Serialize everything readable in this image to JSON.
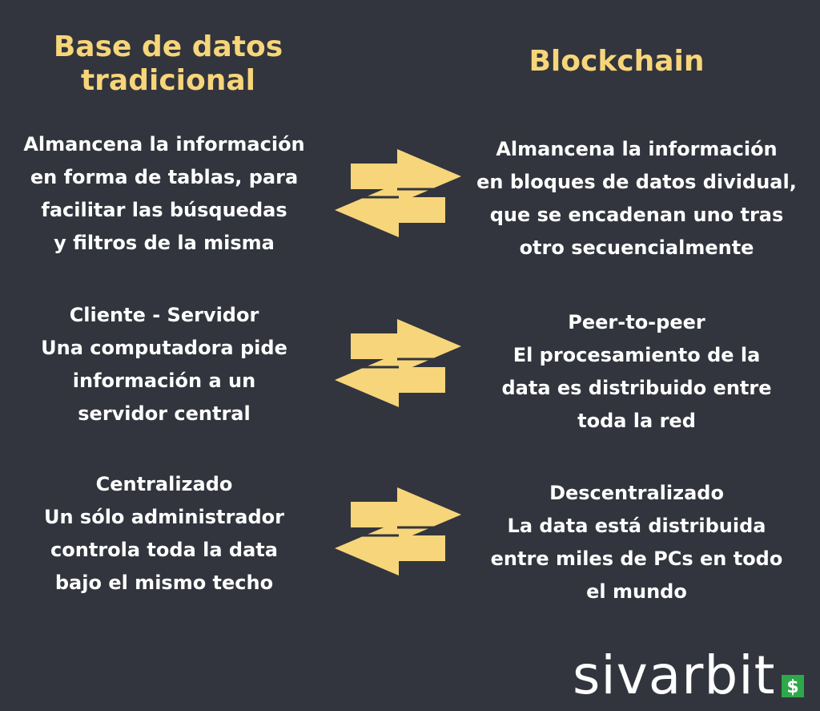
{
  "headers": {
    "left": "Base de datos tradicional",
    "right": "Blockchain"
  },
  "rows": [
    {
      "left": "Almancena la información\nen forma de tablas, para\nfacilitar las búsquedas\ny filtros de la misma",
      "right": "Almancena la información\nen bloques de datos dividual,\nque se encadenan uno tras\notro secuencialmente"
    },
    {
      "left": "Cliente - Servidor\nUna computadora pide\ninformación a un\nservidor central",
      "right": "Peer-to-peer\nEl procesamiento de la\ndata es distribuido entre\ntoda la red"
    },
    {
      "left": "Centralizado\nUn sólo administrador\ncontrola toda la data\nbajo el mismo techo",
      "right": "Descentralizado\nLa data está distribuida\nentre miles de PCs en todo\nel mundo"
    }
  ],
  "logo": {
    "text": "sivarbit",
    "icon": "dollar-icon"
  },
  "colors": {
    "background": "#32353d",
    "accent": "#f7d57a",
    "text": "#ffffff",
    "logo_icon": "#2ea84a"
  }
}
